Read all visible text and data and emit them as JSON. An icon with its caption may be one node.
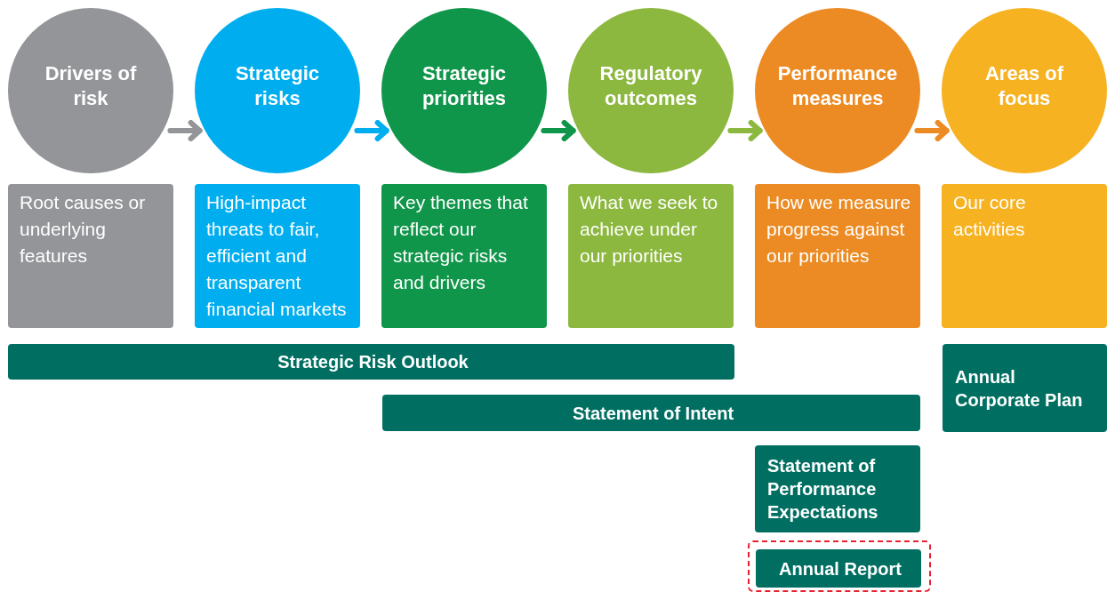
{
  "diagram": {
    "nodes": [
      {
        "text": [
          "Drivers of risk"
        ]
      },
      {
        "text": [
          "Strategic risks"
        ]
      },
      {
        "text": [
          "Strategic priorities"
        ]
      },
      {
        "text": [
          "Regulatory outcomes"
        ]
      },
      {
        "text": [
          "Performance measures"
        ]
      },
      {
        "text": [
          "Areas of focus"
        ]
      },
      {
        "text": [
          "Root causes or underlying features"
        ]
      },
      {
        "text": [
          "High-impact threats to fair, efficient and transparent financial markets"
        ]
      },
      {
        "text": [
          "Key themes that reflect our strategic risks and drivers"
        ]
      },
      {
        "text": [
          "What we seek to achieve under our priorities"
        ]
      },
      {
        "text": [
          "How we measure progress against our priorities"
        ]
      },
      {
        "text": [
          "Our core activities"
        ]
      },
      {
        "text": [
          "Strategic Risk Outlook"
        ]
      },
      {
        "text": [
          "Annual Corporate Plan"
        ]
      },
      {
        "text": [
          "Statement of Intent"
        ]
      },
      {
        "text": [
          "Statement of Performance Expectations"
        ]
      },
      {
        "text": [],
        "shape": "box"
      },
      {
        "text": [
          "Annual Report"
        ],
        "in": 16
      }
    ],
    "edges": [
      {
        "from": 0,
        "to": 1,
        "arrow": "to",
        "color": "#939598"
      },
      {
        "from": 1,
        "to": 2,
        "arrow": "to",
        "color": "#00aeef"
      },
      {
        "from": 2,
        "to": 3,
        "arrow": "to",
        "color": "#10964a"
      },
      {
        "from": 3,
        "to": 4,
        "arrow": "to",
        "color": "#8cb83f"
      },
      {
        "from": 4,
        "to": 5,
        "arrow": "to",
        "color": "#ec8b23"
      }
    ]
  }
}
